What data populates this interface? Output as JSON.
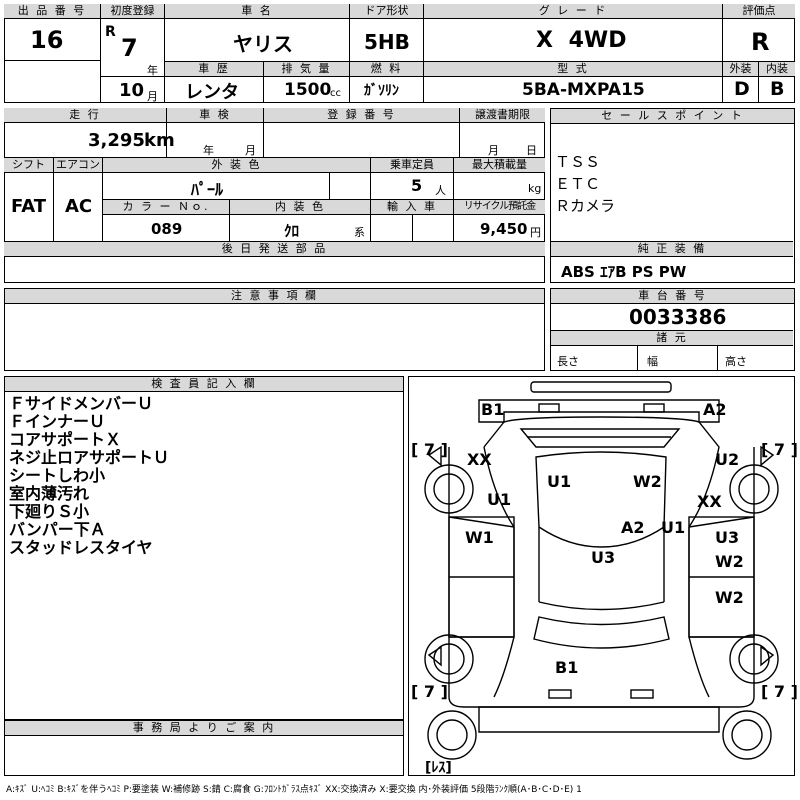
{
  "top": {
    "lot_label": "出 品 番 号",
    "lot_value": "16",
    "first_reg_label": "初度登録",
    "era": "R",
    "year_value": "7",
    "year_unit": "年",
    "month_value": "10",
    "month_unit": "月",
    "car_name_label": "車 名",
    "car_name": "ヤリス",
    "door_label": "ドア形状",
    "door_value": "5HB",
    "grade_label": "グ レ ー ド",
    "grade_value": "X 4WD",
    "rating_label": "評価点",
    "rating_value": "R",
    "history_label": "車 歴",
    "history_value": "レンタ",
    "displacement_label": "排 気 量",
    "displacement_value": "1500",
    "displacement_unit": "cc",
    "fuel_label": "燃 料",
    "fuel_value": "ｶﾞｿﾘﾝ",
    "model_label": "型 式",
    "model_value": "5BA-MXPA15",
    "exterior_label": "外装",
    "exterior_value": "D",
    "interior_label": "内装",
    "interior_value": "B"
  },
  "middle": {
    "mileage_label": "走 行",
    "mileage_value": "3,295",
    "mileage_unit": "km",
    "inspection_label": "車 検",
    "insp_year_unit": "年",
    "insp_month_unit": "月",
    "reg_no_label": "登 録 番 号",
    "transfer_label": "譲渡書期限",
    "transfer_month": "月",
    "transfer_day": "日",
    "shift_label": "シフト",
    "shift_value": "FAT",
    "ac_label": "エアコン",
    "ac_value": "AC",
    "ext_color_label": "外 装 色",
    "ext_color_value": "ﾊﾟｰﾙ",
    "capacity_label": "乗車定員",
    "capacity_value": "5",
    "capacity_unit": "人",
    "max_load_label": "最大積載量",
    "max_load_unit": "kg",
    "color_no_label": "カ ラ ー Ｎｏ.",
    "color_no_value": "089",
    "int_color_label": "内 装 色",
    "int_color_value": "ｸﾛ",
    "int_color_unit": "系",
    "import_label": "輸 入 車",
    "recycle_label": "リサイクル預託金",
    "recycle_value": "9,450",
    "recycle_unit": "円",
    "later_parts_label": "後 日 発 送 部 品",
    "notes_label": "注 意 事 項 欄"
  },
  "right": {
    "sales_label": "セ ー ル ス ポ イ ン ト",
    "sales_points": [
      "ＴＳＳ",
      "ＥＴＣ",
      "Ｒカメラ"
    ],
    "equip_label": "純 正 装 備",
    "equip_value": "ABS ｴｱB PS PW",
    "chassis_label": "車 台 番 号",
    "chassis_value": "0033386",
    "spec_label": "諸 元",
    "length_label": "長さ",
    "width_label": "幅",
    "height_label": "高さ"
  },
  "inspector": {
    "title": "検 査 員 記 入 欄",
    "lines": [
      "ＦサイドメンバーＵ",
      "ＦインナーＵ",
      "コアサポートＸ",
      "ネジ止ロアサポートＵ",
      "シートしわ小",
      "室内薄汚れ",
      "下廻りＳ小",
      "バンパー下Ａ",
      "スタッドレスタイヤ"
    ]
  },
  "office": {
    "title": "事 務 局 よ り ご 案 内"
  },
  "diagram": {
    "tread_marks": [
      "[ 7 ]",
      "[ 7 ]",
      "[ 7 ]",
      "[ 7 ]",
      "[ﾚｽ]"
    ],
    "damage_codes": [
      {
        "id": "b1-front",
        "text": "B1"
      },
      {
        "id": "a2-front",
        "text": "A2"
      },
      {
        "id": "xx-left",
        "text": "XX"
      },
      {
        "id": "u2-right",
        "text": "U2"
      },
      {
        "id": "u1-hood",
        "text": "U1"
      },
      {
        "id": "w2-hood",
        "text": "W2"
      },
      {
        "id": "u1-left",
        "text": "U1"
      },
      {
        "id": "xx-right",
        "text": "XX"
      },
      {
        "id": "w1-left",
        "text": "W1"
      },
      {
        "id": "a2-center",
        "text": "A2"
      },
      {
        "id": "u1-right",
        "text": "U1"
      },
      {
        "id": "u3-right",
        "text": "U3"
      },
      {
        "id": "u3-roof",
        "text": "U3"
      },
      {
        "id": "w2-right-a",
        "text": "W2"
      },
      {
        "id": "w2-right-b",
        "text": "W2"
      },
      {
        "id": "b1-rear",
        "text": "B1"
      }
    ]
  },
  "legend": "A:ｷｽﾞ U:ﾍｺﾐ B:ｷｽﾞを伴うﾍｺﾐ P:要塗装 W:補修跡 S:錆 C:腐食 G:ﾌﾛﾝﾄｶﾞﾗｽ点ｷｽﾞ XX:交換済み X:要交換 内･外装評価 5段階ﾗﾝｸ順(A･B･C･D･E) 1"
}
